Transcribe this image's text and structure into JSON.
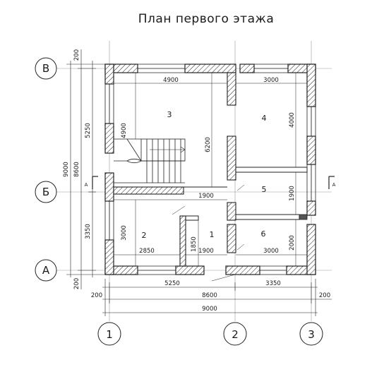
{
  "title": "План первого этажа",
  "axes": {
    "vertical": [
      "1",
      "2",
      "3"
    ],
    "horizontal": [
      "А",
      "Б",
      "В"
    ]
  },
  "section_mark": "А",
  "rooms": [
    "1",
    "2",
    "3",
    "4",
    "5",
    "6"
  ],
  "dimensions": {
    "top_room3": "4900",
    "top_room4": "3000",
    "room3_height": "4900",
    "room4_height": "4000",
    "stair_span": "6200",
    "corridor_top": "1900",
    "room5_height": "1900",
    "room2_height": "3000",
    "room2_width": "2850",
    "hall_height": "1850",
    "hall_width": "1900",
    "room6_width": "3000",
    "room6_height": "2000",
    "bottom_left": "5250",
    "bottom_right": "3350",
    "bottom_axes": "8600",
    "bottom_total": "9000",
    "bottom_offset_left": "200",
    "bottom_offset_right": "200",
    "left_top_offset": "200",
    "left_bottom_offset": "200",
    "left_upper": "5250",
    "left_lower": "3350",
    "left_axes": "8600",
    "left_total": "9000"
  }
}
